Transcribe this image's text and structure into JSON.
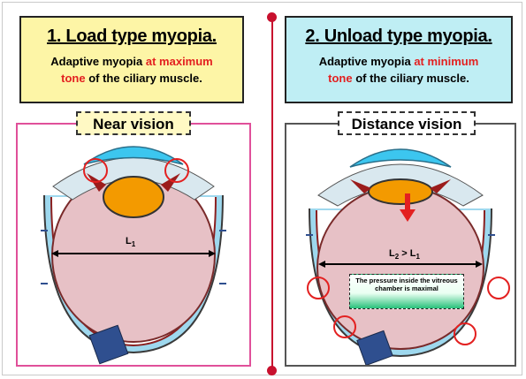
{
  "left": {
    "title": "1. Load type myopia.",
    "subtitle_plain_1": "Adaptive myopia ",
    "subtitle_highlight_1": "at maximum",
    "subtitle_highlight_2": "tone",
    "subtitle_plain_2": " of the ciliary muscle.",
    "view_label": "Near vision",
    "axis_label": "L",
    "axis_subscript": "1"
  },
  "right": {
    "title": "2. Unload type myopia.",
    "subtitle_plain_1": "Adaptive myopia ",
    "subtitle_highlight_1": "at minimum",
    "subtitle_highlight_2": "tone",
    "subtitle_plain_2": " of the ciliary muscle.",
    "view_label": "Distance vision",
    "axis_label_a": "L",
    "axis_sub_a": "2",
    "axis_mid": " > L",
    "axis_sub_b": "1",
    "pressure_note": "The pressure inside the vitreous chamber is maximal"
  },
  "colors": {
    "divider": "#c8102e",
    "highlight_text": "#e32020",
    "left_title_bg": "#fdf5a6",
    "right_title_bg": "#bfeef4",
    "lens": "#f39a00",
    "cornea": "#3cc6ef",
    "vitreous": "#e7c1c6",
    "marker_circle": "#e32020"
  }
}
